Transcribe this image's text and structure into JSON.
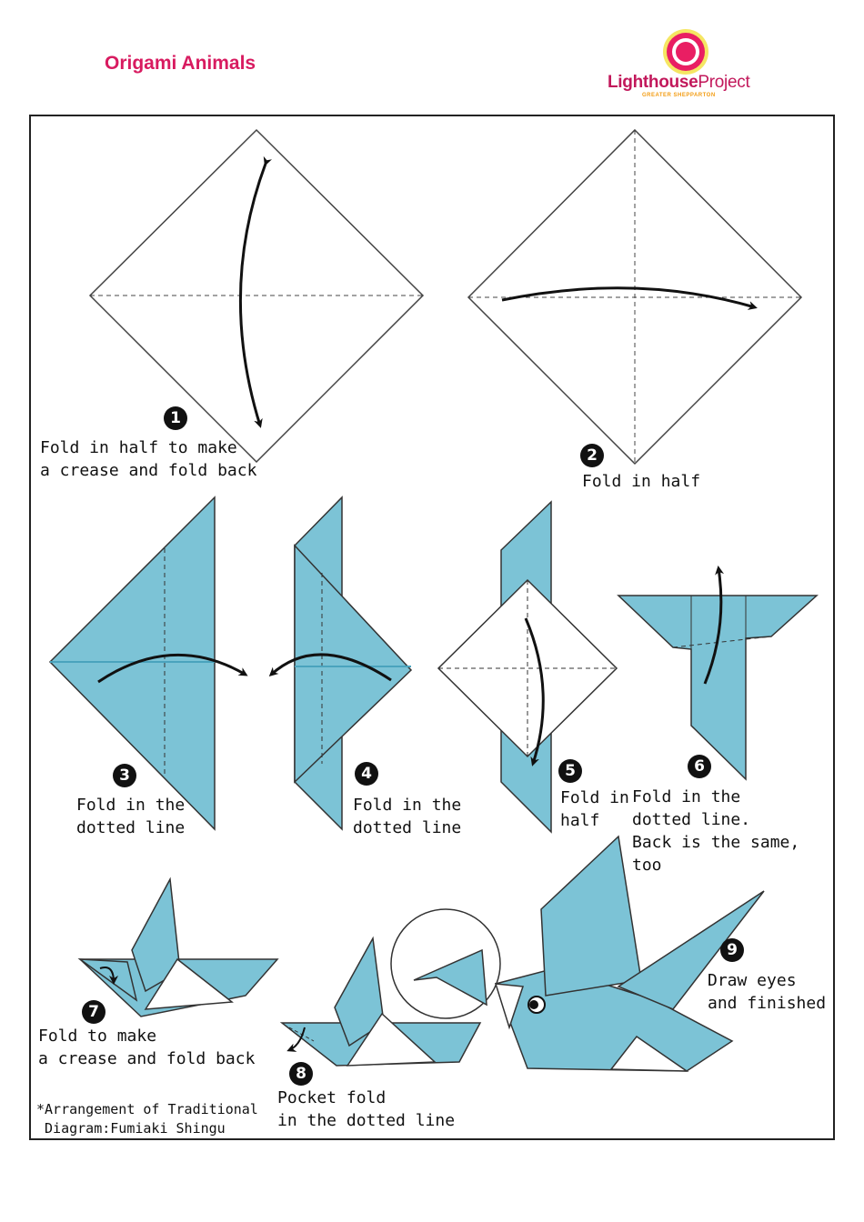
{
  "header": {
    "title": "Origami Animals"
  },
  "logo": {
    "name_bold": "Lighthouse",
    "name_regular": "Project",
    "subtitle": "GREATER SHEPPARTON",
    "ring_color": "#e91e63",
    "accent_color": "#f5a623"
  },
  "colors": {
    "paper": "#7cc3d6",
    "outline": "#333333"
  },
  "steps": [
    {
      "number": "1",
      "line1": "Fold in half to make",
      "line2": "a crease and fold back"
    },
    {
      "number": "2",
      "line1": "Fold in half",
      "line2": ""
    },
    {
      "number": "3",
      "line1": "Fold in the",
      "line2": "dotted line"
    },
    {
      "number": "4",
      "line1": "Fold in the",
      "line2": "dotted line"
    },
    {
      "number": "5",
      "line1": "Fold in",
      "line2": "half"
    },
    {
      "number": "6",
      "line1": "Fold in the",
      "line2": "dotted line.",
      "line3": "Back is the same,",
      "line4": "too"
    },
    {
      "number": "7",
      "line1": "Fold to make",
      "line2": "a crease and fold back"
    },
    {
      "number": "8",
      "line1": "Pocket fold",
      "line2": "in the dotted line"
    },
    {
      "number": "9",
      "line1": "Draw eyes",
      "line2": "and finished"
    }
  ],
  "credit": {
    "line1": "*Arrangement of Traditional",
    "line2": " Diagram:Fumiaki Shingu"
  }
}
